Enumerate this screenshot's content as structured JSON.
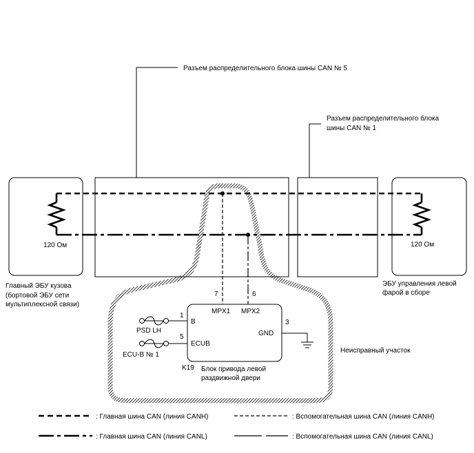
{
  "callouts": {
    "connector_5": "Разъем распределительного блока шины CAN № 5",
    "connector_1_line1": "Разъем распределительного блока",
    "connector_1_line2": "шины CAN № 1"
  },
  "resistors": {
    "left_label": "120 Ом",
    "right_label": "120 Ом"
  },
  "left_ecu": {
    "line1": "Главный ЭБУ кузова",
    "line2": "(бортовой ЭБУ сети",
    "line3": "мультиплексной связи)"
  },
  "right_ecu": {
    "line1": "ЭБУ управления левой",
    "line2": "фарой в сборе"
  },
  "unit": {
    "pin_mpx1": "7",
    "pin_mpx2": "6",
    "label_mpx1": "MPX1",
    "label_mpx2": "MPX2",
    "pin_b": "1",
    "label_b": "B",
    "pin_ecub": "5",
    "label_ecub": "ECUB",
    "pin_gnd": "3",
    "label_gnd": "GND",
    "fuse_psd": "PSD LH",
    "fuse_ecub": "ECU-B № 1",
    "code": "K19",
    "name_line1": "Блок привода левой",
    "name_line2": "раздвижной двери"
  },
  "faulty_label": "Неисправный участок",
  "legend": {
    "main_canh": ": Главная шина CAN (линия CANH)",
    "sub_canh": ": Вспомогательная шина CAN (линия CANH)",
    "main_canl": ": Главная шина CAN (линия CANL)",
    "sub_canl": ": Вспомогательная шина CAN (линия CANL)"
  }
}
